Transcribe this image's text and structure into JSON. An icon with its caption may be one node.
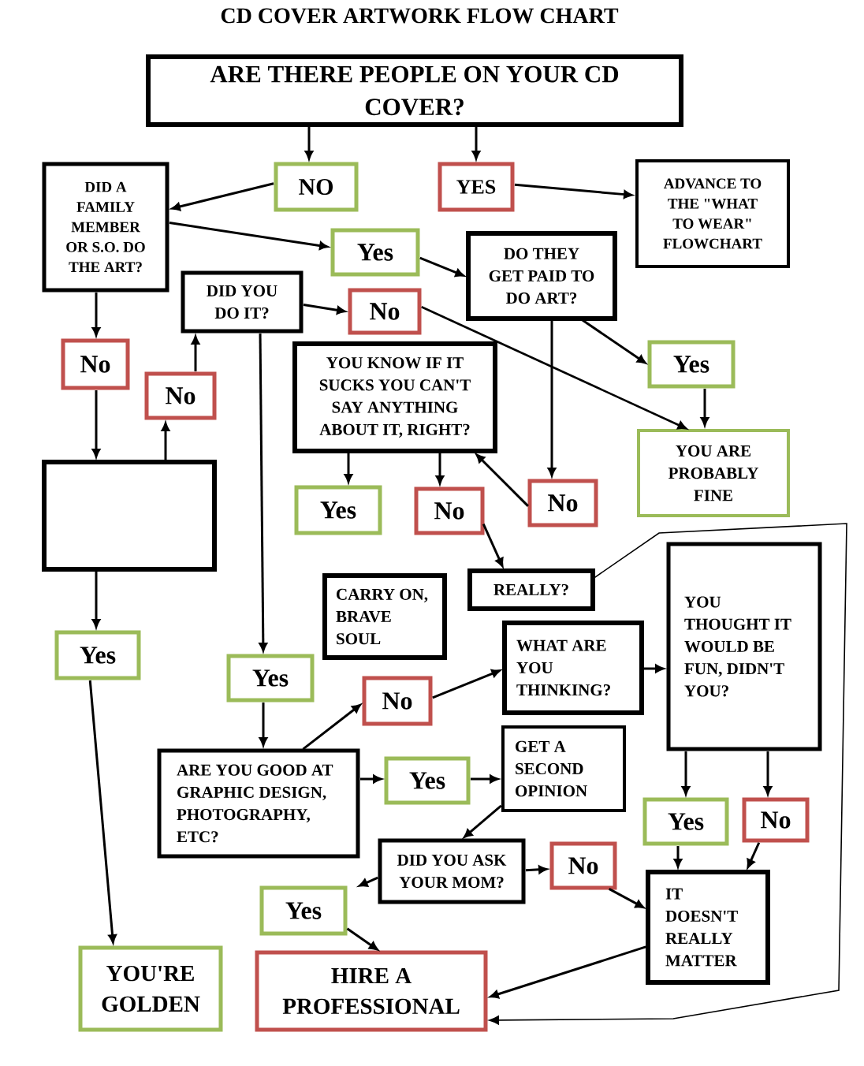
{
  "diagram": {
    "title": "CD COVER ARTWORK FLOW CHART",
    "nodes": [
      {
        "text": [
          "ARE THERE PEOPLE ON YOUR CD COVER?"
        ]
      },
      {
        "text": [
          "NO"
        ]
      },
      {
        "text": [
          "YES"
        ]
      },
      {
        "text": [
          "ADVANCE TO THE \"WHAT TO WEAR\" FLOWCHART"
        ]
      },
      {
        "text": [
          "DID A FAMILY MEMBER OR S.O. DO THE ART?"
        ]
      },
      {
        "text": [
          "Yes"
        ]
      },
      {
        "text": [
          "DO THEY GET PAID TO DO ART?"
        ]
      },
      {
        "text": [
          "DID YOU DO IT?"
        ]
      },
      {
        "text": [
          "No"
        ]
      },
      {
        "text": [
          "Yes"
        ]
      },
      {
        "text": [
          "YOU KNOW IF IT SUCKS YOU CAN'T SAY ANYTHING ABOUT IT, RIGHT?"
        ]
      },
      {
        "text": [
          "YOU ARE PROBABLY FINE"
        ]
      },
      {
        "text": [
          "No"
        ]
      },
      {
        "text": [
          "No"
        ]
      },
      {
        "text": [],
        "shape": "box"
      },
      {
        "text": [
          "Yes"
        ]
      },
      {
        "text": [
          "No"
        ]
      },
      {
        "text": [
          "No"
        ]
      },
      {
        "text": [
          "CARRY ON, BRAVE SOUL"
        ]
      },
      {
        "text": [
          "REALLY?"
        ]
      },
      {
        "text": [
          "YOU THOUGHT IT WOULD BE FUN, DIDN'T YOU?"
        ]
      },
      {
        "text": [
          "Yes"
        ]
      },
      {
        "text": [
          "Yes"
        ]
      },
      {
        "text": [
          "WHAT ARE YOU THINKING?"
        ]
      },
      {
        "text": [
          "No"
        ]
      },
      {
        "text": [
          "ARE YOU GOOD AT GRAPHIC DESIGN, PHOTOGRAPHY, ETC?"
        ]
      },
      {
        "text": [
          "Yes"
        ]
      },
      {
        "text": [
          "GET A SECOND OPINION"
        ]
      },
      {
        "text": [
          "Yes"
        ]
      },
      {
        "text": [
          "No"
        ]
      },
      {
        "text": [
          "DID YOU ASK YOUR MOM?"
        ]
      },
      {
        "text": [
          "No"
        ]
      },
      {
        "text": [
          "IT DOESN'T REALLY MATTER"
        ]
      },
      {
        "text": [
          "Yes"
        ]
      },
      {
        "text": [
          "YOU'RE GOLDEN"
        ]
      },
      {
        "text": [
          "HIRE A PROFESSIONAL"
        ]
      }
    ],
    "edges": [
      {
        "from": 0,
        "to": 1,
        "arrow": "to"
      },
      {
        "from": 0,
        "to": 2,
        "arrow": "to"
      },
      {
        "from": 2,
        "to": 3,
        "arrow": "to"
      },
      {
        "from": 1,
        "to": 4,
        "arrow": "to"
      },
      {
        "from": 4,
        "to": 5,
        "arrow": "to"
      },
      {
        "from": 5,
        "to": 6,
        "arrow": "to"
      },
      {
        "from": 7,
        "to": 8,
        "arrow": "to"
      },
      {
        "from": 8,
        "to": 11,
        "arrow": "to"
      },
      {
        "from": 6,
        "to": 9,
        "arrow": "to"
      },
      {
        "from": 6,
        "to": 17,
        "arrow": "to"
      },
      {
        "from": 9,
        "to": 11,
        "arrow": "to"
      },
      {
        "from": 4,
        "to": 12,
        "arrow": "to"
      },
      {
        "from": 12,
        "to": 14,
        "arrow": "to"
      },
      {
        "from": 14,
        "to": 13,
        "arrow": "to"
      },
      {
        "from": 13,
        "to": 7,
        "arrow": "to"
      },
      {
        "from": 7,
        "to": 22,
        "arrow": "to"
      },
      {
        "from": 10,
        "to": 15,
        "arrow": "to"
      },
      {
        "from": 10,
        "to": 16,
        "arrow": "to"
      },
      {
        "from": 17,
        "to": 10,
        "arrow": "to"
      },
      {
        "from": 16,
        "to": 19,
        "arrow": "to"
      },
      {
        "from": 19,
        "to": 35,
        "arrow": "to"
      },
      {
        "from": 22,
        "to": 25,
        "arrow": "to"
      },
      {
        "from": 25,
        "to": 24,
        "arrow": "to"
      },
      {
        "from": 24,
        "to": 23,
        "arrow": "to"
      },
      {
        "from": 23,
        "to": 20,
        "arrow": "to"
      },
      {
        "from": 25,
        "to": 26,
        "arrow": "to"
      },
      {
        "from": 26,
        "to": 27,
        "arrow": "to"
      },
      {
        "from": 27,
        "to": 30,
        "arrow": "to"
      },
      {
        "from": 20,
        "to": 28,
        "arrow": "to"
      },
      {
        "from": 20,
        "to": 29,
        "arrow": "to"
      },
      {
        "from": 28,
        "to": 32,
        "arrow": "to"
      },
      {
        "from": 29,
        "to": 32,
        "arrow": "to"
      },
      {
        "from": 30,
        "to": 31,
        "arrow": "to"
      },
      {
        "from": 30,
        "to": 33,
        "arrow": "to"
      },
      {
        "from": 31,
        "to": 32,
        "arrow": "to"
      },
      {
        "from": 33,
        "to": 35,
        "arrow": "to"
      },
      {
        "from": 32,
        "to": 35,
        "arrow": "to"
      },
      {
        "from": 14,
        "to": 21,
        "arrow": "to"
      },
      {
        "from": 21,
        "to": 34,
        "arrow": "to"
      }
    ]
  }
}
